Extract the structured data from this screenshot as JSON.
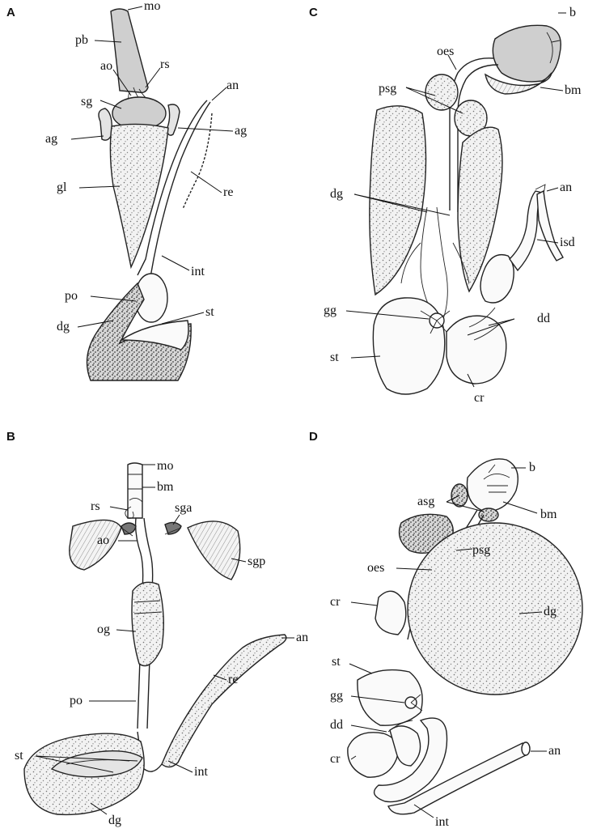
{
  "panels": [
    {
      "letter": "A",
      "labels": {
        "mo": "mo",
        "pb": "pb",
        "ao": "ao",
        "rs": "rs",
        "an": "an",
        "sg": "sg",
        "ag_left": "ag",
        "ag_right": "ag",
        "gl": "gl",
        "re": "re",
        "int": "int",
        "po": "po",
        "st": "st",
        "dg": "dg"
      }
    },
    {
      "letter": "B",
      "labels": {
        "mo": "mo",
        "bm": "bm",
        "rs": "rs",
        "ao": "ao",
        "sga": "sga",
        "sgp": "sgp",
        "og": "og",
        "an": "an",
        "re": "re",
        "po": "po",
        "st": "st",
        "int": "int",
        "dg": "dg"
      }
    },
    {
      "letter": "C",
      "labels": {
        "b": "b",
        "oes": "oes",
        "psg": "psg",
        "bm": "bm",
        "an": "an",
        "dg": "dg",
        "isd": "isd",
        "gg": "gg",
        "dd": "dd",
        "st": "st",
        "cr": "cr"
      }
    },
    {
      "letter": "D",
      "labels": {
        "b": "b",
        "asg": "asg",
        "bm": "bm",
        "psg": "psg",
        "oes": "oes",
        "cr_top": "cr",
        "dg": "dg",
        "st": "st",
        "gg": "gg",
        "dd": "dd",
        "an": "an",
        "cr_bottom": "cr",
        "int": "int"
      }
    }
  ],
  "colors": {
    "ink": "#111111",
    "gland_grey": "#cfcfcf",
    "stipple": "#7a7a7a"
  }
}
